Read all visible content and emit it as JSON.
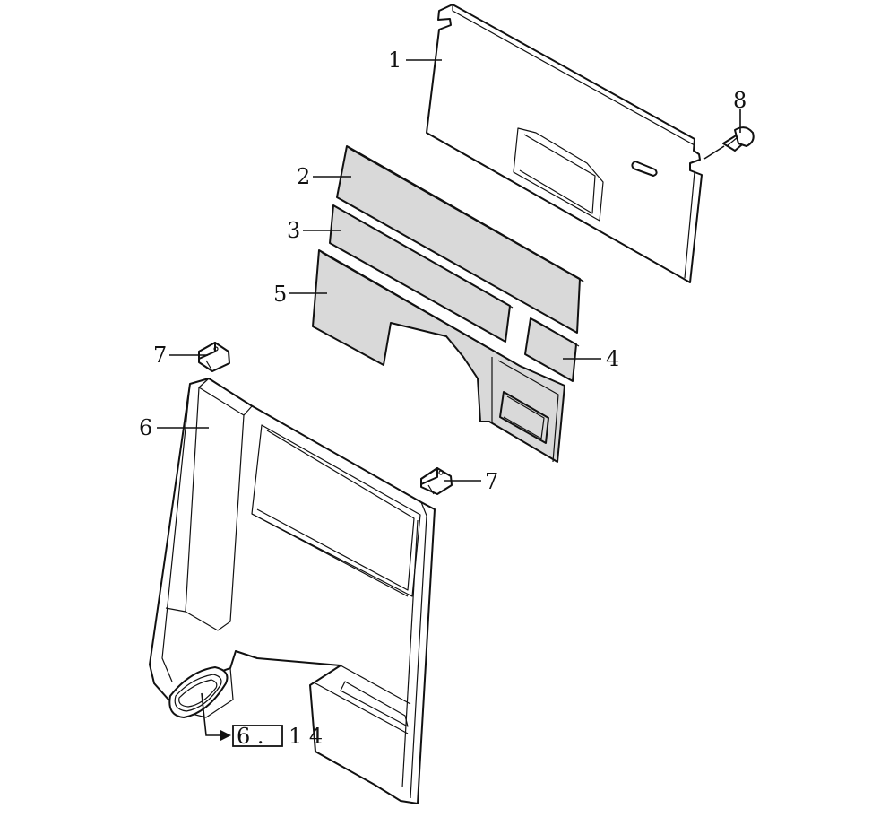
{
  "callouts": {
    "part1": "1",
    "part2": "2",
    "part3": "3",
    "part4": "4",
    "part5": "5",
    "part6": "6",
    "part7_left": "7",
    "part7_right": "7",
    "part8": "8"
  },
  "reference": {
    "boxed": "6 .",
    "suffix": "1 4"
  },
  "colors": {
    "line": "#111111",
    "insulation_fill": "#d9d9d9",
    "panel_fill": "#ffffff"
  }
}
